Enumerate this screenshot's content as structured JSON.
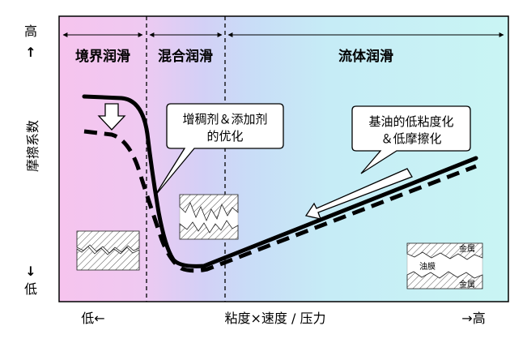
{
  "regimes": {
    "boundary": "境界润滑",
    "mixed": "混合润滑",
    "fluid": "流体润滑"
  },
  "y_axis": {
    "label": "摩擦系数",
    "high": "高",
    "high_arrow": "↑",
    "low": "低",
    "low_arrow": "↓"
  },
  "x_axis": {
    "label": "粘度×速度 / 压力",
    "low": "低←",
    "high": "→高"
  },
  "callout_left": {
    "line1": "增稠剂＆添加剂",
    "line2": "的优化"
  },
  "callout_right": {
    "line1": "基油的低粘度化",
    "line2": "＆低摩擦化"
  },
  "inset_labels": {
    "metal_top": "金属",
    "oil_film": "油膜",
    "metal_bottom": "金属"
  },
  "colors": {
    "boundary_bg": "#f4c6ee",
    "mixed_bg": "#cfd2f7",
    "fluid_bg": "#c8f3f5",
    "curve": "#000000"
  }
}
